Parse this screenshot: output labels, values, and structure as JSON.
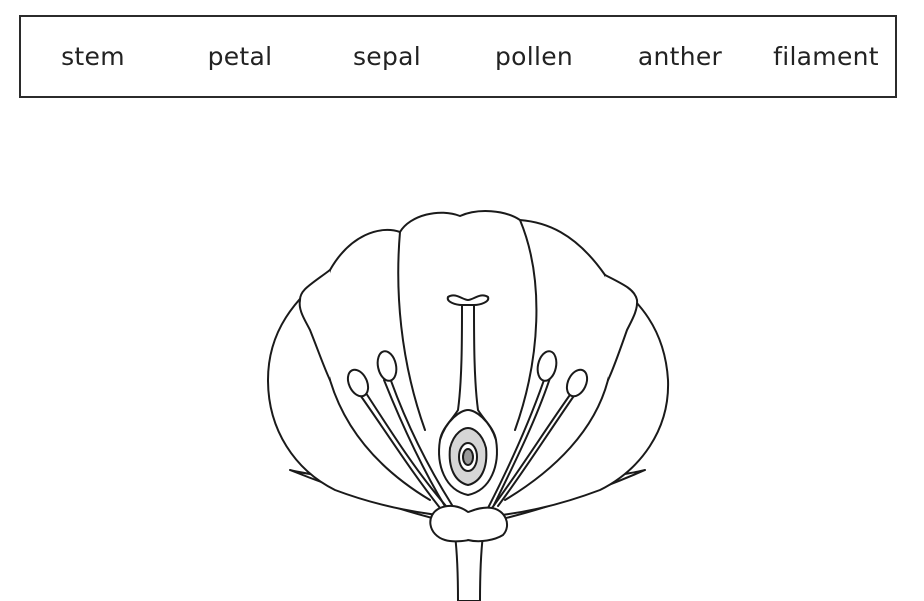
{
  "word_bank": {
    "words": [
      "stem",
      "petal",
      "sepal",
      "pollen",
      "anther",
      "filament"
    ]
  },
  "colors": {
    "outline": "#1a1a1a",
    "petal_fill": "#ffffff",
    "ovary_fill": "#d6d6d6",
    "ovule_fill": "#9a9a9a",
    "box_border": "#2b2b2b"
  }
}
